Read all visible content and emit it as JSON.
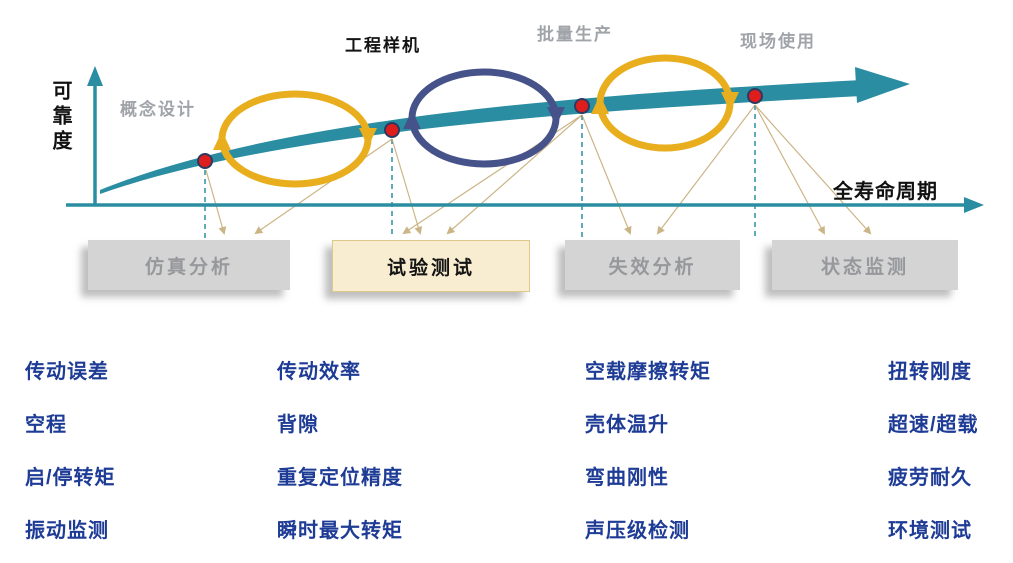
{
  "colors": {
    "teal": "#2B8DA2",
    "gold": "#E9AE1D",
    "navy": "#46538B",
    "red": "#E01D1D",
    "gray_text": "#A0A4A9",
    "box_gray": "#D4D4D4",
    "box_cream": "#F8EDD0",
    "blue_text": "#1E3C96",
    "tan": "#BFA369"
  },
  "axes": {
    "y_label": "可靠度",
    "x_label": "全寿命周期"
  },
  "stages": [
    {
      "label": "概念设计"
    },
    {
      "label": "工程样机"
    },
    {
      "label": "批量生产"
    },
    {
      "label": "现场使用"
    }
  ],
  "activities": [
    {
      "label": "仿真分析"
    },
    {
      "label": "试验测试"
    },
    {
      "label": "失效分析"
    },
    {
      "label": "状态监测"
    }
  ],
  "test_items": {
    "columns": [
      [
        "传动误差",
        "空程",
        "启/停转矩",
        "振动监测"
      ],
      [
        "传动效率",
        "背隙",
        "重复定位精度",
        "瞬时最大转矩"
      ],
      [
        "空载摩擦转矩",
        "壳体温升",
        "弯曲刚性",
        "声压级检测"
      ],
      [
        "扭转刚度",
        "超速/超载",
        "疲劳耐久",
        "环境测试"
      ]
    ]
  }
}
